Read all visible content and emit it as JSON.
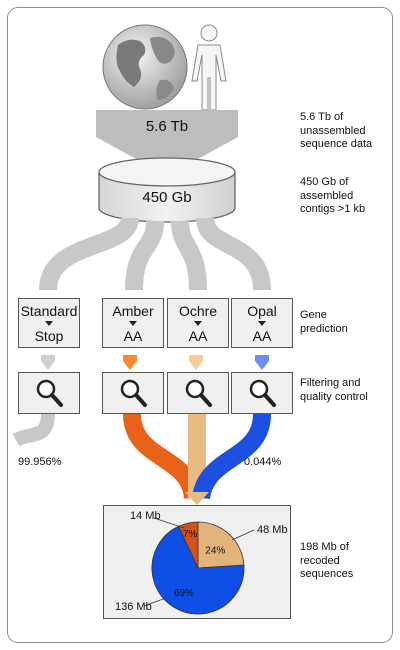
{
  "top": {
    "raw_value": "5.6 Tb",
    "raw_note": [
      "5.6 Tb of unassembled",
      "sequence data"
    ],
    "assembled_value": "450 Gb",
    "assembled_note": [
      "450 Gb of assembled",
      "contigs >1 kb"
    ]
  },
  "codes": [
    {
      "top": "Standard",
      "bottom": "Stop",
      "color": "#d0d0d0"
    },
    {
      "top": "Amber",
      "bottom": "AA",
      "color": "#f58a30"
    },
    {
      "top": "Ochre",
      "bottom": "AA",
      "color": "#f5cd98"
    },
    {
      "top": "Opal",
      "bottom": "AA",
      "color": "#6d8df5"
    }
  ],
  "notes": {
    "gene_prediction": [
      "Gene",
      "prediction"
    ],
    "filtering": [
      "Filtering and",
      "quality control"
    ],
    "recoded": [
      "198 Mb of",
      "recoded",
      "sequences"
    ]
  },
  "percents": {
    "standard": "99.956%",
    "recoded": "0.044%"
  },
  "colors": {
    "flow_gray": "#c8c8c8",
    "amber": "#e8631a",
    "ochre": "#e8ba84",
    "opal": "#1d4fe0"
  },
  "chart_data": {
    "type": "pie",
    "slices": [
      {
        "label": "Amber",
        "mb": "14 Mb",
        "percent": 7,
        "percent_label": "7%",
        "color": "#d2521c"
      },
      {
        "label": "Ochre",
        "mb": "48 Mb",
        "percent": 24,
        "percent_label": "24%",
        "color": "#e3b47a"
      },
      {
        "label": "Opal",
        "mb": "136 Mb",
        "percent": 69,
        "percent_label": "69%",
        "color": "#0f4fe6"
      }
    ]
  }
}
